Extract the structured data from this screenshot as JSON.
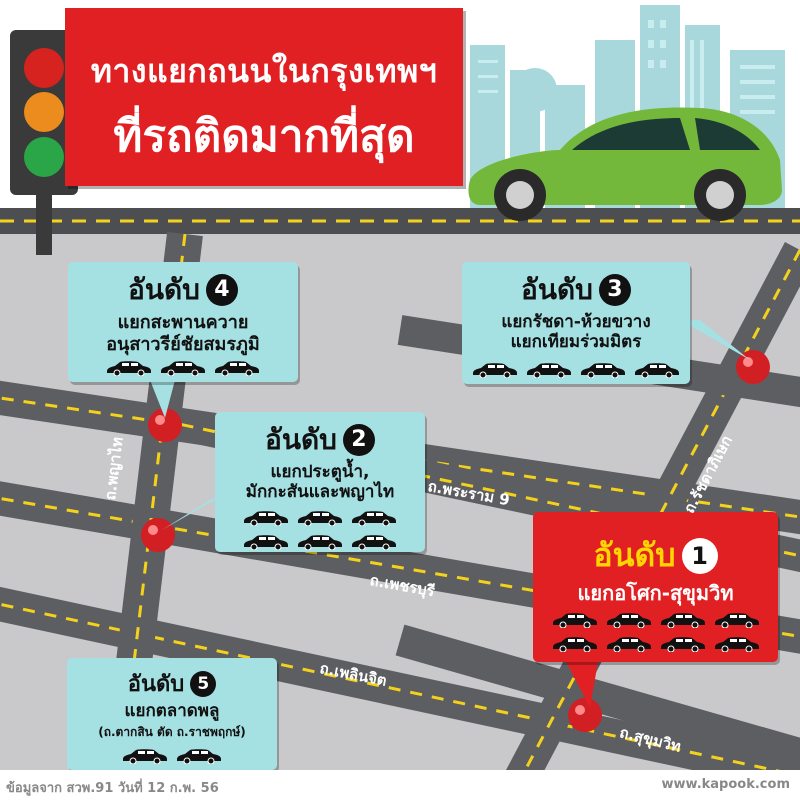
{
  "title": {
    "line1": "ทางแยกถนนในกรุงเทพฯ",
    "line2": "ที่รถติดมากที่สุด"
  },
  "colors": {
    "red": "#e12024",
    "card": "#a5e0e3",
    "road": "#5d5e61",
    "roadMark": "#f4d21c",
    "rank1Title": "#ffd600"
  },
  "ranks": [
    {
      "label": "อันดับ",
      "num": "1",
      "lines": [
        "แยกอโศก-สุขุมวิท"
      ],
      "cars": 8
    },
    {
      "label": "อันดับ",
      "num": "2",
      "lines": [
        "แยกประตูน้ำ,",
        "มักกะสันและพญาไท"
      ],
      "cars": 6
    },
    {
      "label": "อันดับ",
      "num": "3",
      "lines": [
        "แยกรัชดา-ห้วยขวาง",
        "แยกเทียมร่วมมิตร"
      ],
      "cars": 4
    },
    {
      "label": "อันดับ",
      "num": "4",
      "lines": [
        "แยกสะพานควาย",
        "อนุสาวรีย์ชัยสมรภูมิ"
      ],
      "cars": 3
    },
    {
      "label": "อันดับ",
      "num": "5",
      "lines": [
        "แยกตลาดพลู",
        "(ถ.ตากสิน ตัด ถ.ราชพฤกษ์)"
      ],
      "cars": 2
    }
  ],
  "streets": {
    "phayathai": "ถ.พญาไท",
    "rama9": "ถ.พระราม 9",
    "phetchaburi": "ถ.เพชรบุรี",
    "phloenchit": "ถ.เพลินจิต",
    "sukhumvit": "ถ.สุขุมวิท",
    "ratchadaphisek": "ถ.รัชดาภิเษก"
  },
  "icons": [
    "traffic-light-icon",
    "car-icon",
    "skyline-icon",
    "location-pin-icon"
  ],
  "footer": {
    "source": "ข้อมูลจาก สวพ.91 วันที่ 12 ก.พ. 56",
    "site": "www.kapook.com"
  }
}
